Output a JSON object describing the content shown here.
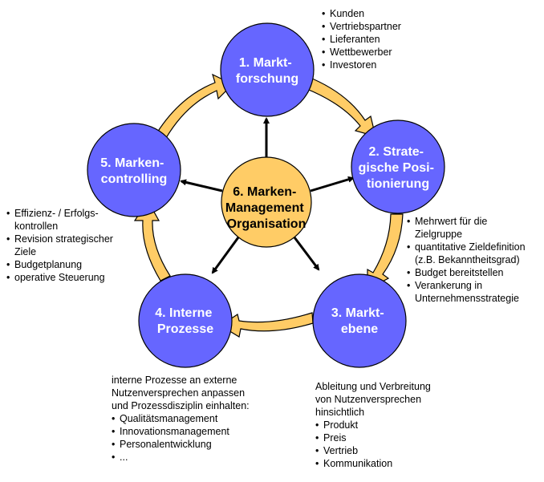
{
  "colors": {
    "node_fill": "#6666ff",
    "center_fill": "#ffcc66",
    "arrow_fill": "#ffcc66",
    "outline": "#000000",
    "node_text": "#ffffff",
    "center_text": "#000000"
  },
  "nodes": [
    {
      "id": "1",
      "lines": [
        "1. Markt-",
        "forschung"
      ]
    },
    {
      "id": "2",
      "lines": [
        "2. Strate-",
        "gische Posi-",
        "tionierung"
      ]
    },
    {
      "id": "3",
      "lines": [
        "3. Markt-",
        "ebene"
      ]
    },
    {
      "id": "4",
      "lines": [
        "4. Interne",
        "Prozesse"
      ]
    },
    {
      "id": "5",
      "lines": [
        "5. Marken-",
        "controlling"
      ]
    }
  ],
  "center": {
    "lines": [
      "6. Marken-",
      "Management",
      "Organisation"
    ]
  },
  "notes": {
    "marktforschung": {
      "items": [
        "Kunden",
        "Vertriebspartner",
        "Lieferanten",
        "Wettbewerber",
        "Investoren"
      ]
    },
    "positionierung": {
      "items": [
        {
          "l1": "Mehrwert für die",
          "l2": "Zielgruppe"
        },
        {
          "l1": "quantitative Zieldefinition",
          "l2": "(z.B. Bekanntheitsgrad)"
        },
        {
          "l1": "Budget bereitstellen",
          "l2": ""
        },
        {
          "l1": "Verankerung in",
          "l2": "Unternehmensstrategie"
        }
      ]
    },
    "controlling": {
      "items": [
        {
          "l1": "Effizienz- / Erfolgs-",
          "l2": "kontrollen"
        },
        {
          "l1": "Revision strategischer",
          "l2": "Ziele"
        },
        {
          "l1": "Budgetplanung",
          "l2": ""
        },
        {
          "l1": "operative Steuerung",
          "l2": ""
        }
      ]
    },
    "prozesse": {
      "intro": [
        "interne Prozesse an externe",
        "Nutzenversprechen anpassen",
        "und Prozessdisziplin einhalten:"
      ],
      "items": [
        "Qualitätsmanagement",
        "Innovationsmanagement",
        "Personalentwicklung",
        "..."
      ]
    },
    "marktebene": {
      "intro": [
        "Ableitung und Verbreitung",
        "von Nutzenversprechen",
        "hinsichtlich"
      ],
      "items": [
        "Produkt",
        "Preis",
        "Vertrieb",
        "Kommunikation"
      ]
    }
  }
}
